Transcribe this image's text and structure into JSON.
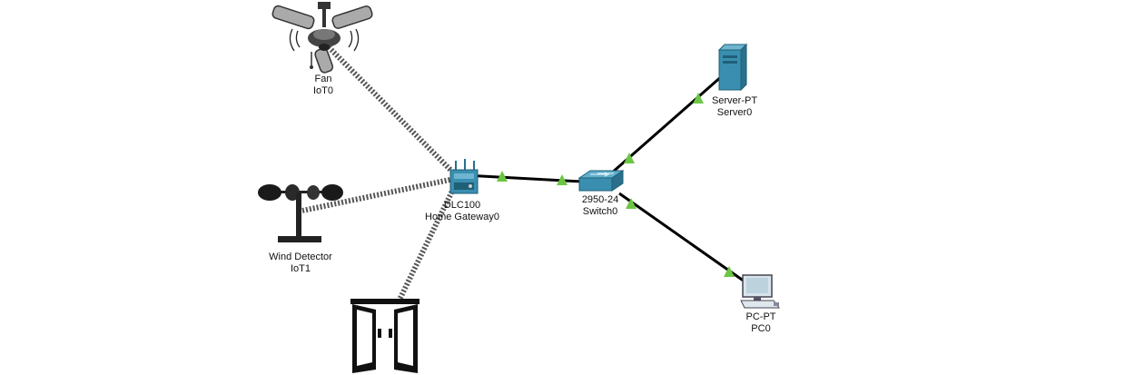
{
  "devices": [
    {
      "id": "fan",
      "model": "Fan",
      "name": "IoT0",
      "icon": "ceiling-fan-icon"
    },
    {
      "id": "wind",
      "model": "Wind Detector",
      "name": "IoT1",
      "icon": "anemometer-icon"
    },
    {
      "id": "door",
      "model": "",
      "name": "",
      "icon": "door-icon"
    },
    {
      "id": "gateway",
      "model": "DLC100",
      "name": "Home Gateway0",
      "icon": "home-gateway-icon"
    },
    {
      "id": "switch",
      "model": "2950-24",
      "name": "Switch0",
      "icon": "switch-icon"
    },
    {
      "id": "server",
      "model": "Server-PT",
      "name": "Server0",
      "icon": "server-icon"
    },
    {
      "id": "pc",
      "model": "PC-PT",
      "name": "PC0",
      "icon": "pc-icon"
    }
  ],
  "links": [
    {
      "from": "fan",
      "to": "gateway",
      "type": "wireless"
    },
    {
      "from": "wind",
      "to": "gateway",
      "type": "wireless"
    },
    {
      "from": "door",
      "to": "gateway",
      "type": "wireless"
    },
    {
      "from": "gateway",
      "to": "switch",
      "type": "copper",
      "status": "up"
    },
    {
      "from": "switch",
      "to": "server",
      "type": "copper",
      "status": "up"
    },
    {
      "from": "switch",
      "to": "pc",
      "type": "copper",
      "status": "up"
    }
  ],
  "colors": {
    "link_up": "#6cc644",
    "cable": "#000000",
    "wireless": "#555555",
    "device_blue": "#3a8fb0"
  }
}
